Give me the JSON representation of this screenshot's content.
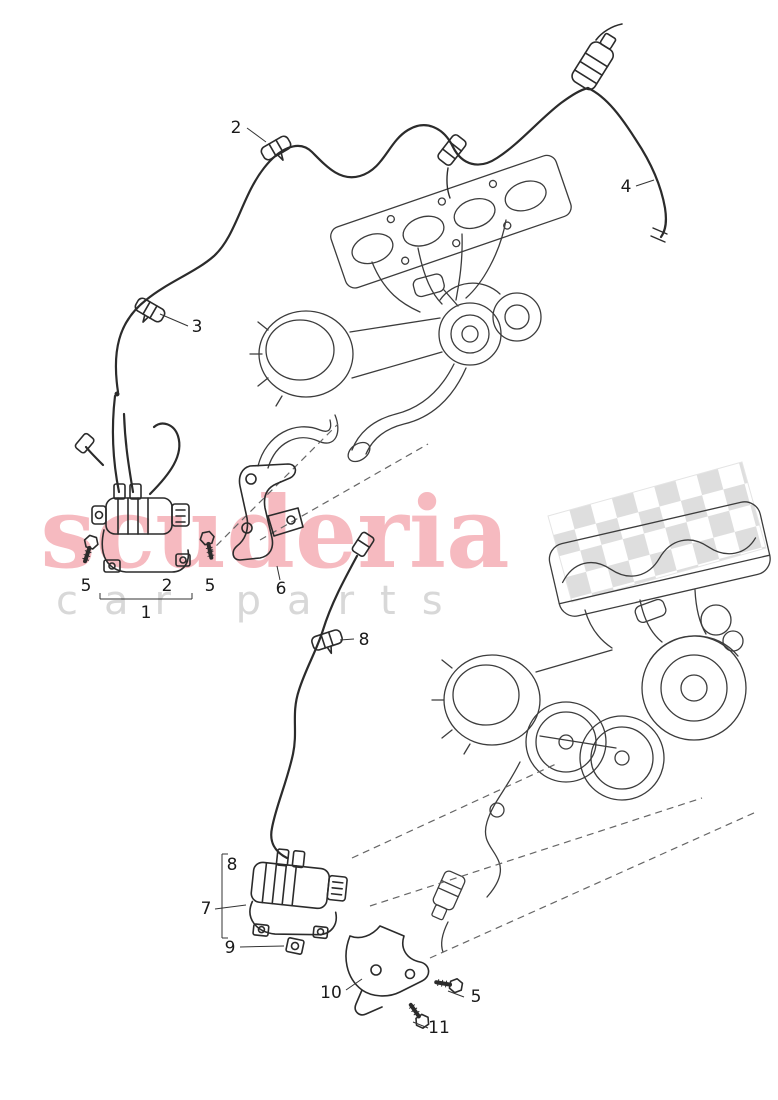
{
  "colors": {
    "wm-title": "#f4a9b1",
    "wm-sub": "#d6d6d6",
    "flag": "#dedede",
    "line": "#2b2b2b",
    "engine-line": "#3c3c3c",
    "label": "#1a1a1a"
  },
  "watermark": {
    "title": "scuderia",
    "subtitle": "car parts"
  },
  "callouts": [
    {
      "label": "2"
    },
    {
      "label": "3"
    },
    {
      "label": "4"
    },
    {
      "label": "5"
    },
    {
      "label": "2"
    },
    {
      "label": "1"
    },
    {
      "label": "5"
    },
    {
      "label": "6"
    },
    {
      "label": "8"
    },
    {
      "label": "8"
    },
    {
      "label": "7"
    },
    {
      "label": "9"
    },
    {
      "label": "10"
    },
    {
      "label": "5"
    },
    {
      "label": "11"
    }
  ]
}
